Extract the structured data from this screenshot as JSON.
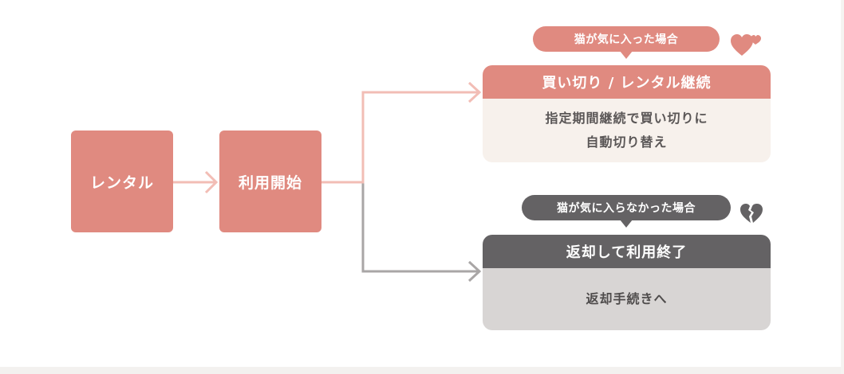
{
  "flow": {
    "step1": "レンタル",
    "step2": "利用開始"
  },
  "like_branch": {
    "bubble": "猫が気に入った場合",
    "title": "買い切り / レンタル継続",
    "body_line1": "指定期間継続で買い切りに",
    "body_line2": "自動切り替え",
    "icon": "heart-icon",
    "color": "#e08a80",
    "arrow_color": "#f2bdb5"
  },
  "dislike_branch": {
    "bubble": "猫が気に入らなかった場合",
    "title": "返却して利用終了",
    "body": "返却手続きへ",
    "icon": "broken-heart-icon",
    "color": "#646264",
    "arrow_color": "#a9a6a6"
  }
}
